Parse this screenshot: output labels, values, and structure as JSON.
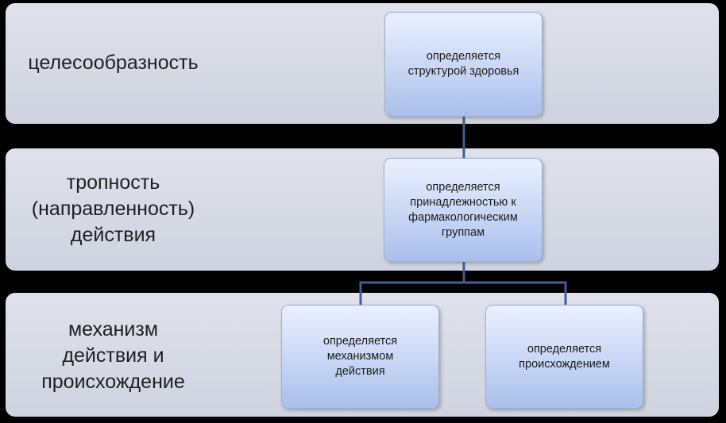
{
  "rows": [
    {
      "label": "целесообразность"
    },
    {
      "label": "тропность\n(направленность)\nдействия"
    },
    {
      "label": "механизм\nдействия и\nпроисхождение"
    }
  ],
  "nodes": {
    "top": "определяется\nструктурой здоровья",
    "middle": "определяется\nпринадлежностью к\nфармакологическим\nгруппам",
    "bottom_left": "определяется\nмеханизмом\nдействия",
    "bottom_right": "определяется\nпроисхождением"
  },
  "colors": {
    "background": "#000000",
    "band": "#d5d9e4",
    "node_top": "#eaf0ff",
    "node_bottom": "#a9bfeb",
    "connector": "#3e5f95"
  }
}
